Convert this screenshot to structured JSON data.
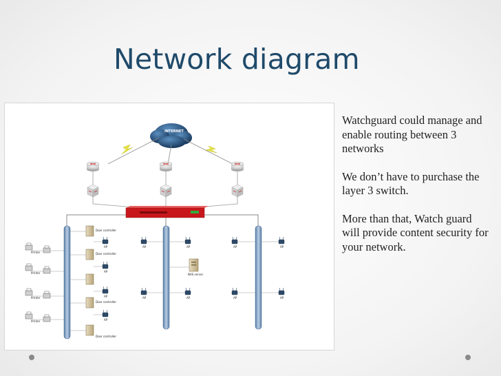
{
  "slide": {
    "title": "Network diagram",
    "paragraphs": [
      "Watchguard could manage and enable routing between 3 networks",
      "We don’t have to purchase the layer 3 switch.",
      "More than that, Watch guard will provide content security for your network."
    ]
  },
  "diagram": {
    "cloud_label": "INTERNET",
    "printer_label": "Printer",
    "door_controller_label": "Door controller",
    "ap_label": "AP",
    "nas_label": "NAS server"
  }
}
